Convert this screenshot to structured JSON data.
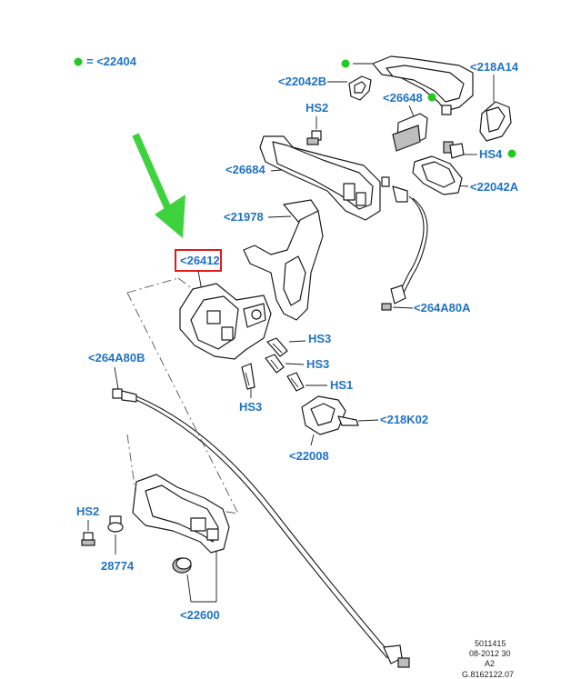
{
  "legend": {
    "dot_color": "#22c922",
    "text": "= <22404"
  },
  "labels": {
    "p22042B": "<22042B",
    "p218A14": "<218A14",
    "p26648": "<26648",
    "hs2_top": "HS2",
    "hs4": "HS4",
    "p26684": "<26684",
    "p22042A": "<22042A",
    "p21978": "<21978",
    "p26412": "<26412",
    "p264A80A": "<264A80A",
    "p264A80B": "<264A80B",
    "hs3_a": "HS3",
    "hs3_b": "HS3",
    "hs3_c": "HS3",
    "hs1": "HS1",
    "p218K02": "<218K02",
    "p22008": "<22008",
    "hs2_bottom": "HS2",
    "p28774": "28774",
    "p22600": "<22600"
  },
  "footer": {
    "line1": "5011415",
    "line2": "08-2012 30",
    "line3": "A2",
    "line4": "G.8162122.07"
  },
  "colors": {
    "label": "#1f73c6",
    "highlight_box": "#e21a1a",
    "arrow": "#3ed33e",
    "marker_dot": "#22c922"
  },
  "highlight": {
    "target_label": "<26412",
    "arrow_icon": "green-down-arrow-icon"
  }
}
